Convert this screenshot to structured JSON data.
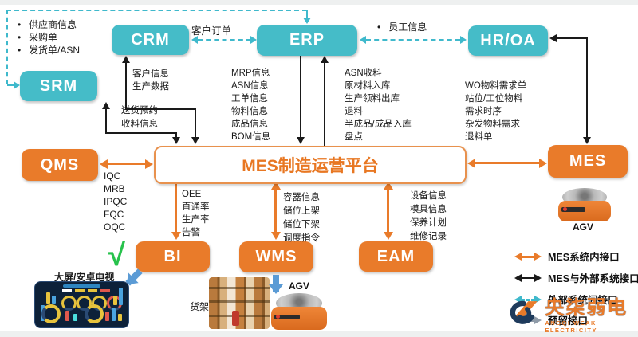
{
  "colors": {
    "teal_box": "#45BCC8",
    "orange_box": "#E97B2A",
    "teal_dashed_line": "#3FB9CC",
    "black_line": "#1A1A1A",
    "grey_line": "#8F9BA8",
    "platform_text": "#E87722",
    "check_green": "#27C24C",
    "blue_arrow": "#5B9BD5"
  },
  "boxes": {
    "crm": "CRM",
    "erp": "ERP",
    "hroa": "HR/OA",
    "srm": "SRM",
    "qms": "QMS",
    "mes": "MES",
    "bi": "BI",
    "wms": "WMS",
    "eam": "EAM"
  },
  "platform_title": "MES制造运营平台",
  "lists": {
    "supplier": [
      "供应商信息",
      "采购单",
      "发货单/ASN"
    ],
    "crm_info": [
      "客户信息",
      "生产数据"
    ],
    "erp_down": [
      "MRP信息",
      "ASN信息",
      "工单信息",
      "物料信息",
      "成品信息",
      "BOM信息"
    ],
    "erp_up": [
      "ASN收料",
      "原材料入库",
      "生产领料出库",
      "退料",
      "半成品/成品入库",
      "盘点"
    ],
    "hr": [
      "WO物料需求单",
      "站位/工位物料",
      "需求时序",
      "杂发物料需求",
      "退料单"
    ],
    "srm_info": [
      "送货预约",
      "收料信息"
    ],
    "qms": [
      "IQC",
      "MRB",
      "IPQC",
      "FQC",
      "OQC"
    ],
    "bi": [
      "OEE",
      "直通率",
      "生产率",
      "告警"
    ],
    "wms": [
      "容器信息",
      "储位上架",
      "储位下架",
      "调度指令"
    ],
    "eam": [
      "设备信息",
      "模具信息",
      "保养计划",
      "维修记录"
    ]
  },
  "labels": {
    "customer_order": "客户订单",
    "employee_info": "员工信息",
    "screen": "大屏/安卓电视",
    "shelf": "货架",
    "agv_wms": "AGV",
    "agv_mes": "AGV",
    "check": "√"
  },
  "legend": [
    {
      "label": "MES系统内接口",
      "color": "#E97B2A",
      "style": "solid"
    },
    {
      "label": "MES与外部系统接口",
      "color": "#1A1A1A",
      "style": "solid"
    },
    {
      "label": "外部系统间接口",
      "color": "#3FB9CC",
      "style": "dashed"
    },
    {
      "label": "预留接口",
      "color": "#8F9BA8",
      "style": "solid"
    }
  ],
  "logo": {
    "name": "央柒弱电",
    "subtitle": "ANGQI WEAK ELECTRICITY"
  }
}
